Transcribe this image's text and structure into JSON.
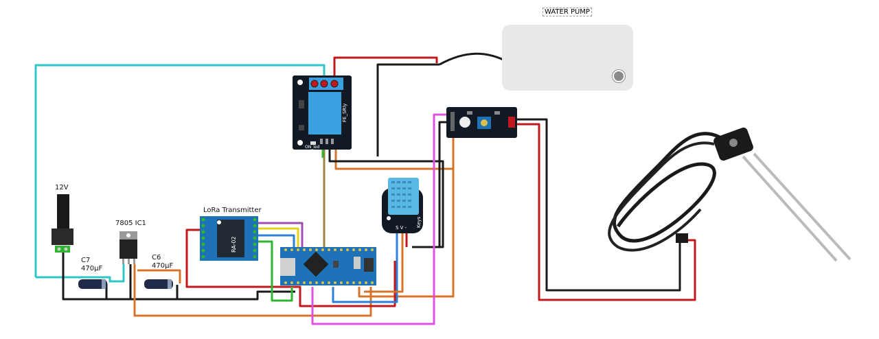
{
  "labels": {
    "water_pump": "WATER PUMP",
    "power_jack": "12V",
    "regulator": "7805 IC1",
    "cap_c7": "C7",
    "cap_c7_value": "470µF",
    "cap_c6": "C6",
    "cap_c6_value": "470µF",
    "lora": "LoRa Transmitter",
    "lora_chip": "RA-02",
    "relay_text": "FE_SRly",
    "relay_led": "ON_led",
    "dht_brand": "Keys",
    "dht_pins": "S V -"
  },
  "colors": {
    "red": "#c0181c",
    "black": "#1a1a1a",
    "cyan": "#2ec6c6",
    "orange": "#d4742a",
    "olive": "#9a8440",
    "green": "#2fb52f",
    "blue": "#2f7fd9",
    "yellow": "#e6d21a",
    "purple": "#9e4fae",
    "magenta": "#e050e0",
    "board_blue": "#1e73b8",
    "relay_blue": "#3aa0e0",
    "pcb_dark": "#111a24",
    "pump_gray": "#e8e8e8"
  },
  "icons": [
    "dc-jack-icon",
    "voltage-regulator-icon",
    "capacitor-icon",
    "relay-module-icon",
    "lora-module-icon",
    "arduino-nano-icon",
    "dht-sensor-icon",
    "moisture-module-icon",
    "water-pump-icon",
    "soil-probe-icon"
  ]
}
